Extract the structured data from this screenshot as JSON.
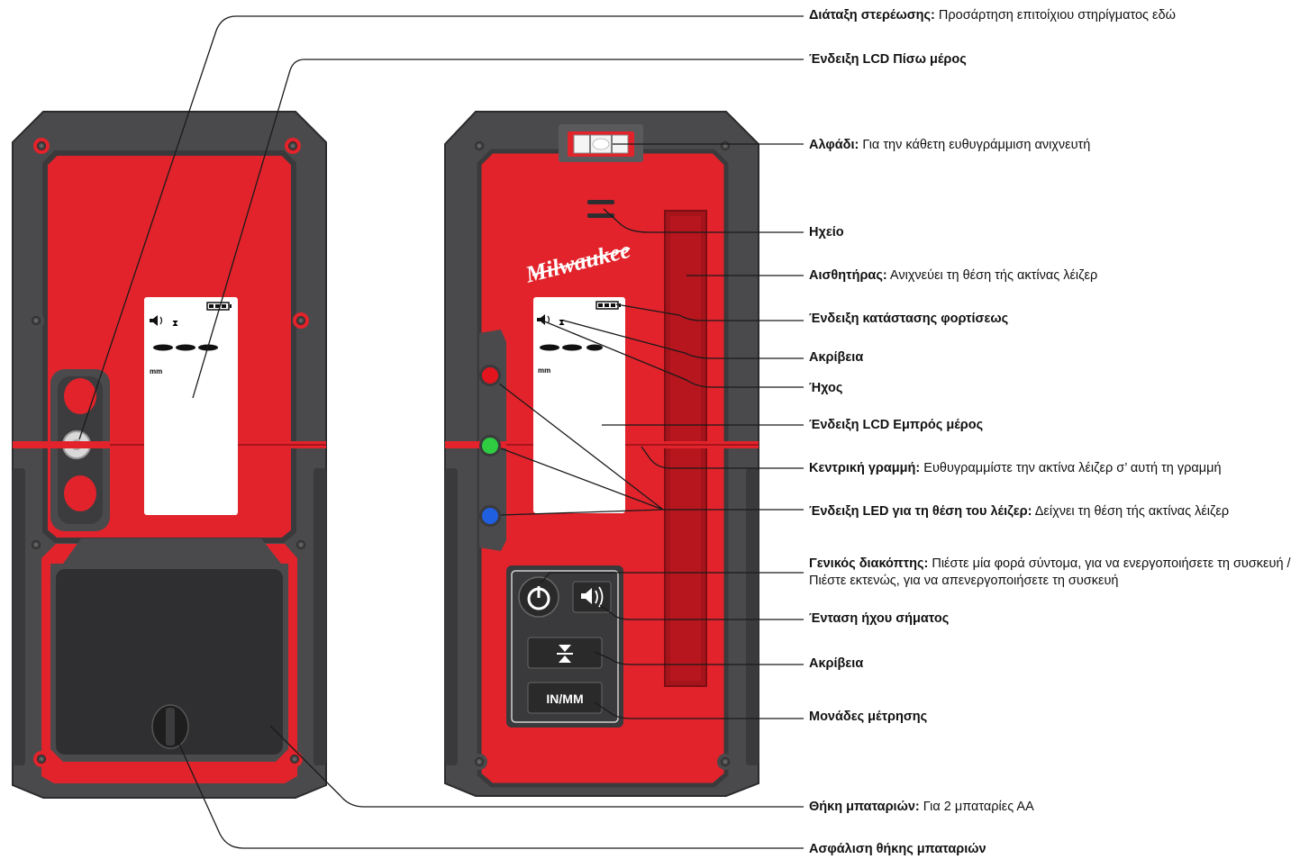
{
  "device": {
    "brand": "Milwaukee",
    "lcd_unit": "mm",
    "button_units": "IN/MM"
  },
  "labels": [
    {
      "id": "mount",
      "bold": "Διάταξη στερέωσης:",
      "text": " Προσάρτηση επιτοίχιου στηρίγματος εδώ"
    },
    {
      "id": "lcd-back",
      "bold": "Ένδειξη LCD Πίσω μέρος",
      "text": ""
    },
    {
      "id": "level",
      "bold": "Αλφάδι:",
      "text": " Για την κάθετη ευθυγράμμιση ανιχνευτή"
    },
    {
      "id": "speaker",
      "bold": "Ηχείο",
      "text": ""
    },
    {
      "id": "sensor",
      "bold": "Αισθητήρας:",
      "text": " Ανιχνεύει τη θέση τής ακτίνας λέιζερ"
    },
    {
      "id": "battery-status",
      "bold": "Ένδειξη κατάστασης φορτίσεως",
      "text": ""
    },
    {
      "id": "accuracy-1",
      "bold": "Ακρίβεια",
      "text": ""
    },
    {
      "id": "sound",
      "bold": "Ήχος",
      "text": ""
    },
    {
      "id": "lcd-front",
      "bold": "Ένδειξη LCD Εμπρός μέρος",
      "text": ""
    },
    {
      "id": "center-line",
      "bold": "Κεντρική γραμμή:",
      "text": " Ευθυγραμμίστε την ακτίνα λέιζερ σ’ αυτή τη γραμμή"
    },
    {
      "id": "led",
      "bold": "Ένδειξη LED για τη θέση του λέιζερ:",
      "text": " Δείχνει τη θέση τής ακτίνας λέιζερ"
    },
    {
      "id": "master",
      "bold": "Γενικός διακόπτης:",
      "text": " Πιέστε μία φορά σύντομα, για να ενεργοποιήσετε τη συσκευή / Πιέστε εκτενώς, για να απενεργοποιήσετε τη συσκευή"
    },
    {
      "id": "volume",
      "bold": "Ένταση ήχου σήματος",
      "text": ""
    },
    {
      "id": "accuracy-2",
      "bold": "Ακρίβεια",
      "text": ""
    },
    {
      "id": "units",
      "bold": "Μονάδες μέτρησης",
      "text": ""
    },
    {
      "id": "battery-compartment",
      "bold": "Θήκη μπαταριών:",
      "text": " Για 2 μπαταρίες ΑΑ"
    },
    {
      "id": "battery-lock",
      "bold": "Ασφάλιση θήκης μπαταριών",
      "text": ""
    }
  ],
  "colors": {
    "housing": "#4a4a4c",
    "housing_dark": "#2e2e30",
    "red": "#e2232b",
    "red_dark": "#a8141a",
    "led_red": "#e3141e",
    "led_green": "#2ecc40",
    "led_blue": "#1f5fe0",
    "leader": "#1a1a1a"
  }
}
